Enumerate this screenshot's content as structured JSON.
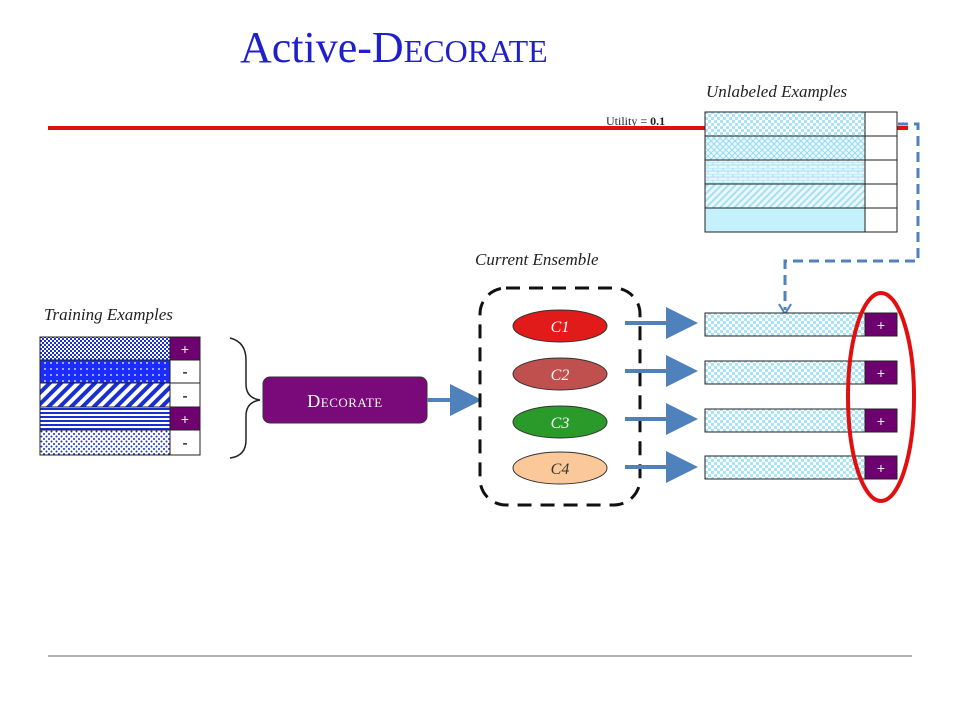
{
  "title_main": "Active-D",
  "title_small": "ECORATE",
  "labels": {
    "unlabeled": "Unlabeled Examples",
    "current_ensemble": "Current Ensemble",
    "training": "Training Examples",
    "utility_prefix": "Utility = ",
    "utility_value": "0.1"
  },
  "decorate": {
    "first": "D",
    "rest": "ECORATE"
  },
  "training_labels": [
    "+",
    "-",
    "-",
    "+",
    "-"
  ],
  "classifiers": [
    {
      "name": "C1",
      "color": "#e11a1a"
    },
    {
      "name": "C2",
      "color": "#c0504d"
    },
    {
      "name": "C3",
      "color": "#2a9a2a"
    },
    {
      "name": "C4",
      "color": "#fbc89a"
    }
  ],
  "predictions": [
    "+",
    "+",
    "+",
    "+"
  ],
  "colors": {
    "title": "#1f1fcc",
    "decorate_box": "#7a0a7a",
    "label_box": "#6f006f",
    "arrow": "#4f81bd",
    "red_line": "#e01010",
    "highlight": "#e01010"
  }
}
